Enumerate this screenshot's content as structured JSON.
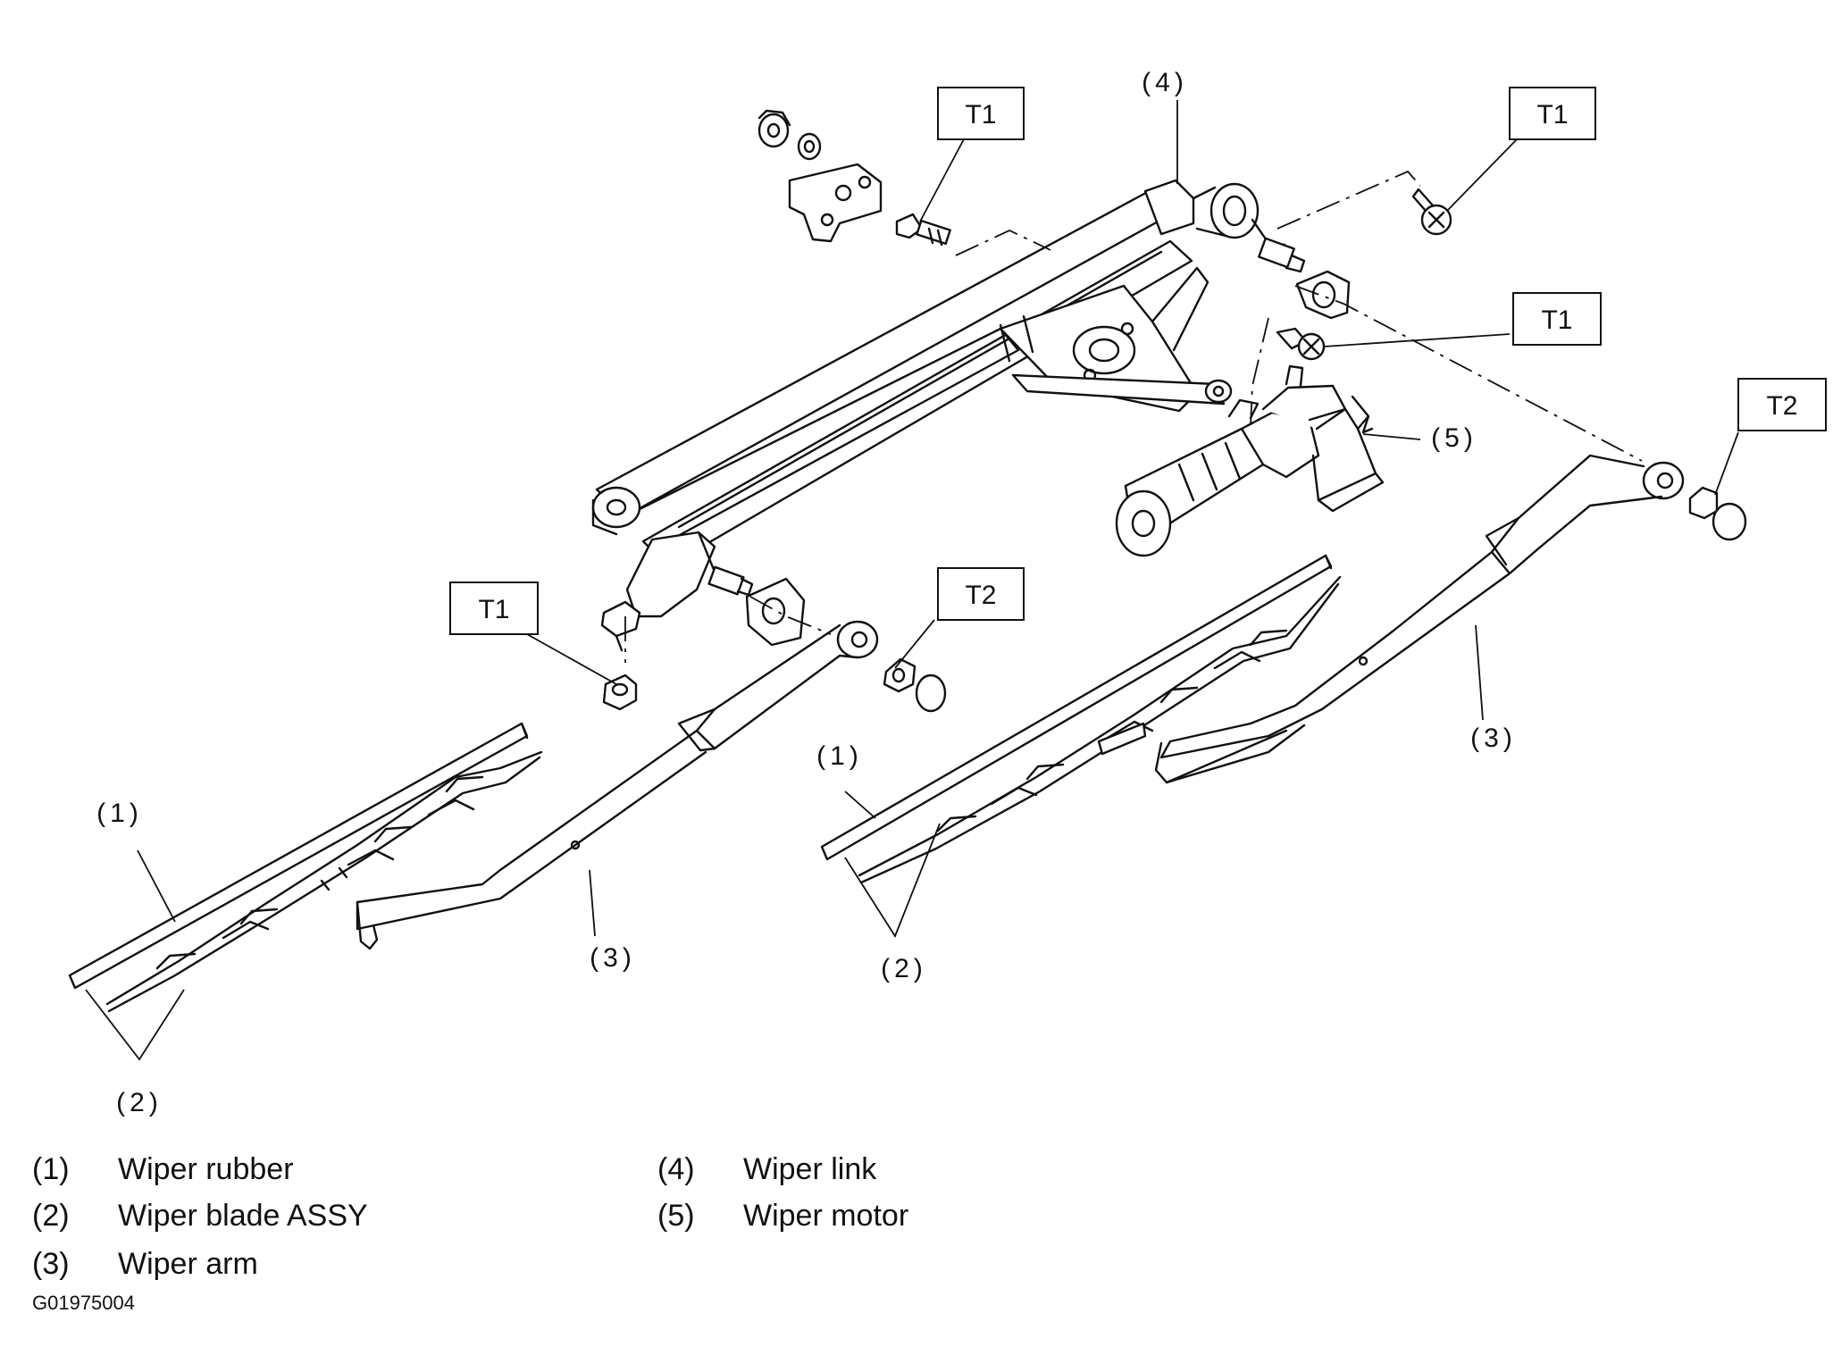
{
  "callouts": {
    "wiper_link": "(4)",
    "wiper_motor": "(5)",
    "left_rubber": "(1)",
    "left_blade": "(2)",
    "left_arm": "(3)",
    "right_rubber": "(1)",
    "right_blade": "(2)",
    "right_arm": "(3)"
  },
  "torque_labels": {
    "top_left": "T1",
    "top_right": "T1",
    "middle_right": "T1",
    "far_right": "T2",
    "left_pivot": "T1",
    "center_nut": "T2"
  },
  "legend": {
    "items": [
      {
        "num": "(1)",
        "text": "Wiper rubber"
      },
      {
        "num": "(2)",
        "text": "Wiper blade ASSY"
      },
      {
        "num": "(3)",
        "text": "Wiper arm"
      },
      {
        "num": "(4)",
        "text": "Wiper link"
      },
      {
        "num": "(5)",
        "text": "Wiper motor"
      }
    ]
  },
  "figure_id": "G01975004"
}
